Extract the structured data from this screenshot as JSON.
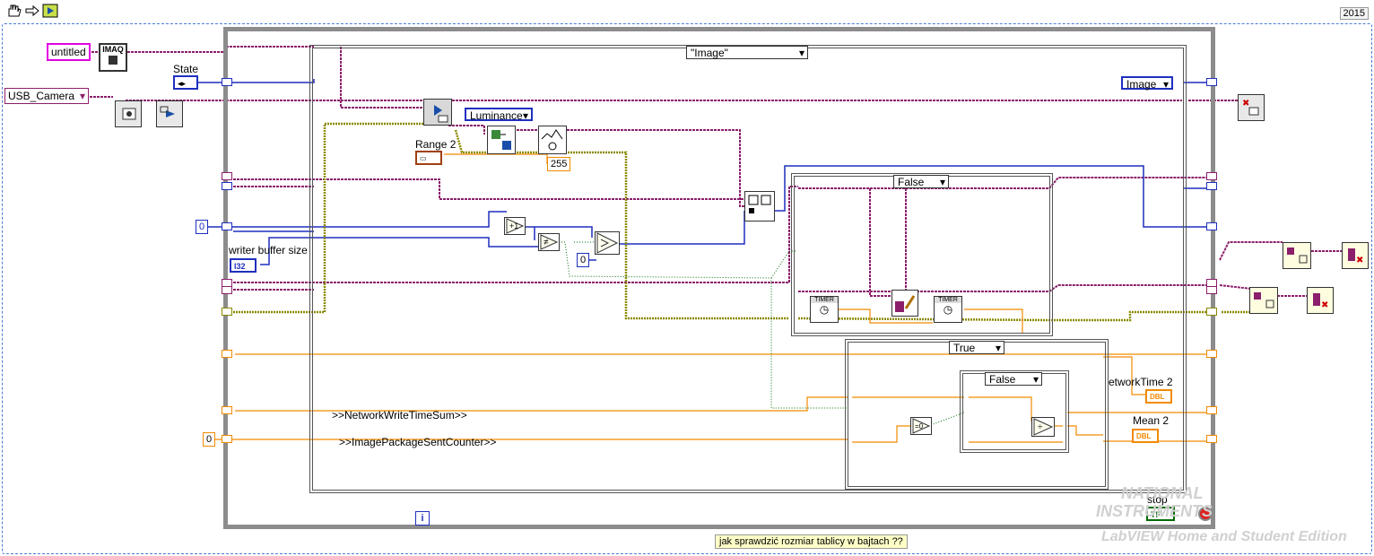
{
  "toolbar": {
    "run_tool_label": "",
    "version_label": "2015"
  },
  "controls": {
    "image_name": "untitled",
    "camera": "USB_Camera",
    "state_label": "State",
    "writer_buffer_label": "writer buffer size",
    "writer_buffer_type": "I32",
    "const_zero_top": "0",
    "const_zero_bottom": "0",
    "const_zero_inner": "0"
  },
  "diagram": {
    "outer_case_selector": "\"Image\"",
    "luminance_label": "Luminance",
    "range_label": "Range 2",
    "range_const": "255",
    "inner_case1_selector": "False",
    "inner_case2_selector": "True",
    "inner_case3_selector": "False",
    "timer_label": "TIMER",
    "network_write_time_sum": ">>NetworkWriteTimeSum>>",
    "image_package_sent_counter": ">>ImagePackageSentCounter>>",
    "network_time_label": "etworkTime 2",
    "mean_label": "Mean 2",
    "dbl_label": "DBL",
    "enum_image": "Image",
    "stop_label": "stop",
    "stop_tf": "TF",
    "comment": "jak sprawdzić rozmiar tablicy w bajtach ??",
    "iteration": "i",
    "imaq_label": "IMAQ"
  },
  "watermark": {
    "line1": "NATIONAL",
    "line2": "INSTRUMENTS",
    "line3": "LabVIEW Home and Student Edition"
  },
  "colors": {
    "wire_image": "#8b1f6b",
    "wire_enum": "#1f2fbf",
    "wire_error": "#8a8a00",
    "wire_numeric": "#f28a00",
    "wire_bool": "#006b00",
    "loop_border": "#8c8c8c"
  }
}
